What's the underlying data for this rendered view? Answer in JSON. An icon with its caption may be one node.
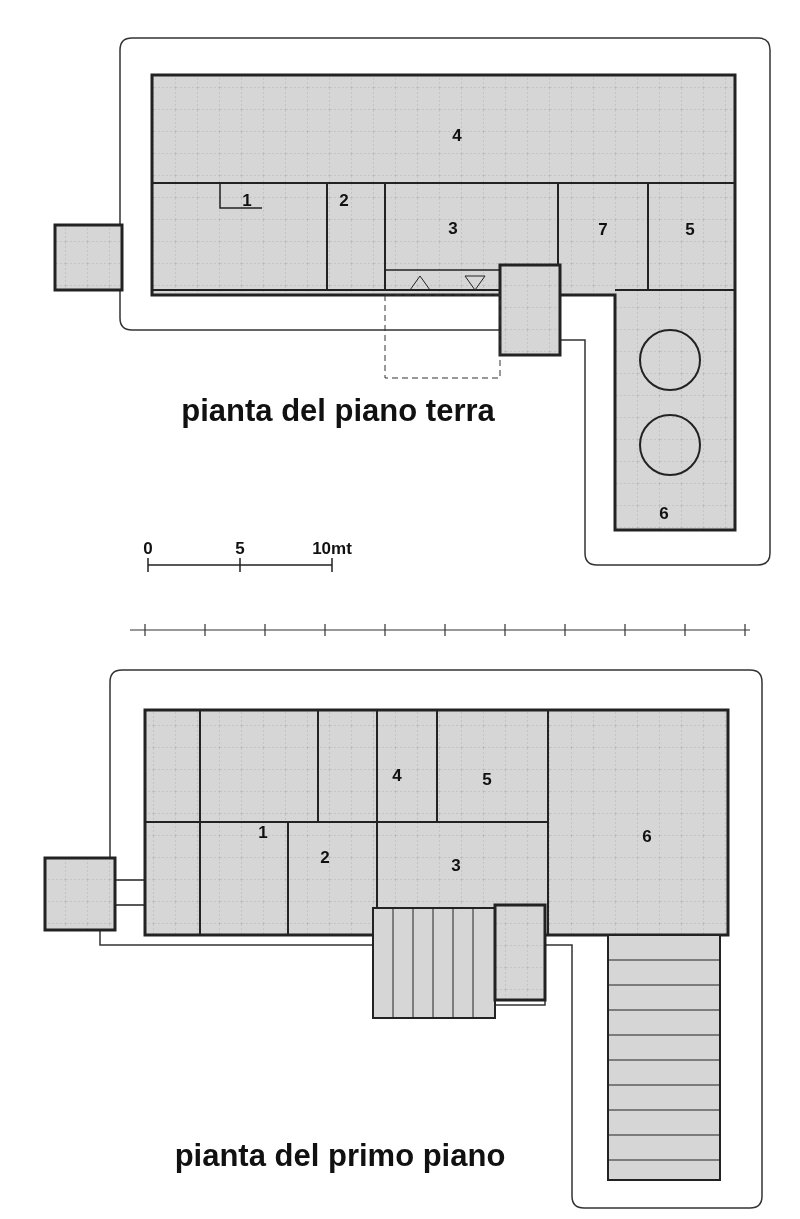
{
  "diagram": {
    "labels": [
      "4",
      "1",
      "2",
      "3",
      "7",
      "5",
      "6",
      "pianta del piano terra",
      "0",
      "5",
      "10mt",
      "4",
      "5",
      "1",
      "6",
      "2",
      "3",
      "pianta del primo piano"
    ]
  }
}
